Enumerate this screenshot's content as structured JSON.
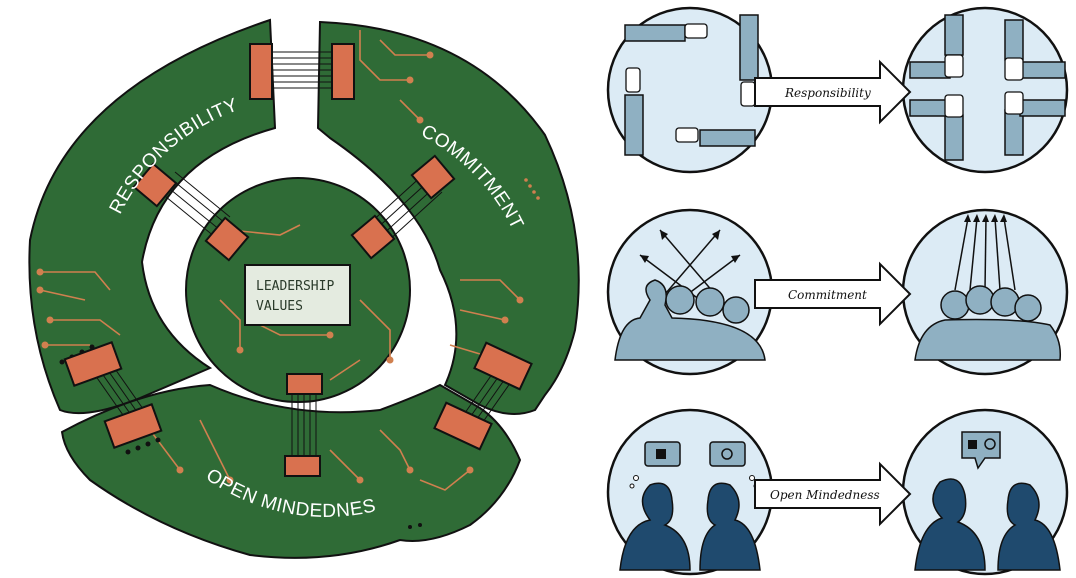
{
  "diagram": {
    "center": {
      "line1": "LEADERSHIP",
      "line2": "VALUES"
    },
    "ring_segments": [
      {
        "id": "responsibility",
        "label": "RESPONSIBILITY"
      },
      {
        "id": "commitment",
        "label": "COMMITMENT"
      },
      {
        "id": "open-mindedness",
        "label": "OPEN MINDEDNESS"
      }
    ]
  },
  "panels": [
    {
      "id": "responsibility",
      "arrow_label": "Responsibility"
    },
    {
      "id": "commitment",
      "arrow_label": "Commitment"
    },
    {
      "id": "open-mindedness",
      "arrow_label": "Open Mindedness"
    }
  ],
  "colors": {
    "board_green": "#2f6b36",
    "chip_orange": "#d9714f",
    "trace_orange": "#d0804f",
    "circle_fill": "#dcebf5",
    "figure_blue": "#8fb0c2",
    "figure_dark": "#1f4a6e",
    "outline": "#111111"
  }
}
